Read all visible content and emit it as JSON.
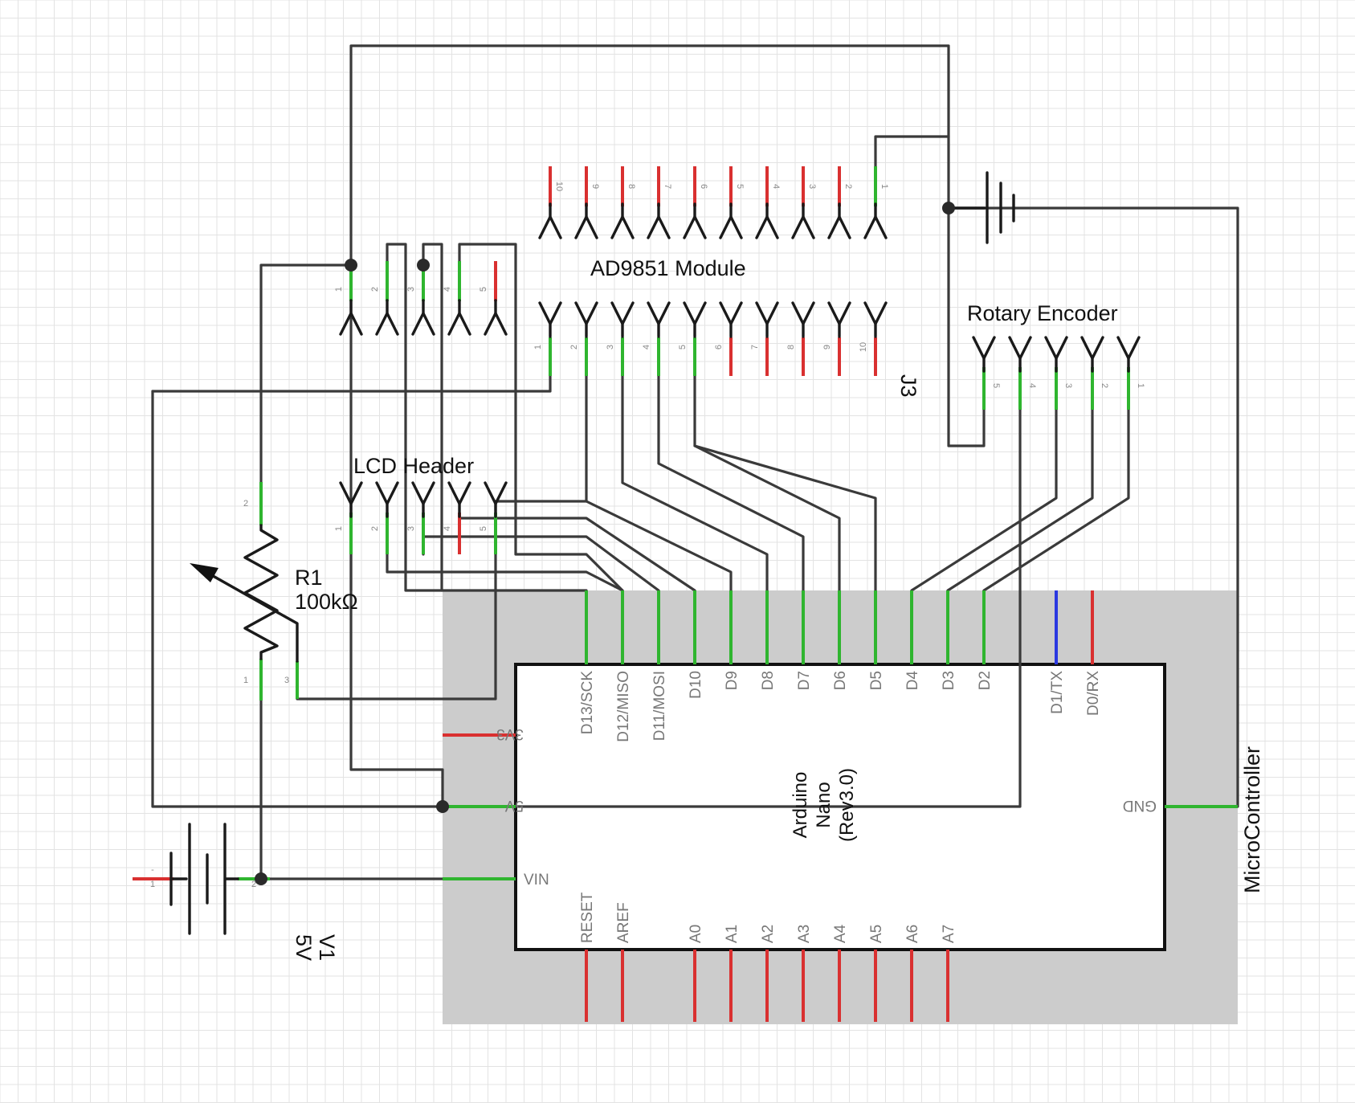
{
  "labels": {
    "ad9851_title": "AD9851 Module",
    "j3": "J3",
    "rotary_title": "Rotary Encoder",
    "lcd_title": "LCD Header",
    "r1_name": "R1",
    "r1_value": "100kΩ",
    "v1_name": "V1",
    "v1_value": "5V",
    "microcontroller": "MicroController",
    "nano_line1": "Arduino",
    "nano_line2": "Nano",
    "nano_line3": "(Rev3.0)"
  },
  "nano_top_pins": [
    "D13/SCK",
    "D12/MISO",
    "D11/MOSI",
    "D10",
    "D9",
    "D8",
    "D7",
    "D6",
    "D5",
    "D4",
    "D3",
    "D2",
    "D1/TX",
    "D0/RX"
  ],
  "nano_bottom_pins": [
    "RESET",
    "AREF",
    "A0",
    "A1",
    "A2",
    "A3",
    "A4",
    "A5",
    "A6",
    "A7"
  ],
  "nano_left_pins": [
    "3V3",
    "5V",
    "VIN"
  ],
  "nano_right_pins": [
    "GND"
  ],
  "ad9851_top_pin_numbers": [
    "10",
    "9",
    "8",
    "7",
    "6",
    "5",
    "4",
    "3",
    "2",
    "1"
  ],
  "ad9851_bottom_pin_numbers": [
    "1",
    "2",
    "3",
    "4",
    "5",
    "6",
    "7",
    "8",
    "9",
    "10"
  ],
  "header5_pin_numbers": [
    "1",
    "2",
    "3",
    "4",
    "5"
  ],
  "lcd_pin_numbers": [
    "1",
    "2",
    "3",
    "4",
    "5"
  ],
  "rotary_pin_numbers": [
    "5",
    "4",
    "3",
    "2",
    "1"
  ],
  "r1_pin_numbers": [
    "2",
    "1",
    "3"
  ],
  "v1_pin_numbers": [
    "1",
    "2"
  ],
  "v1_polarity": "-",
  "colors": {
    "wire": "#3a3a3a",
    "connected_pin": "#2fb52f",
    "unconnected_pin": "#d93030",
    "tx_pin": "#2a38e0",
    "nano_background": "#cccccc"
  }
}
